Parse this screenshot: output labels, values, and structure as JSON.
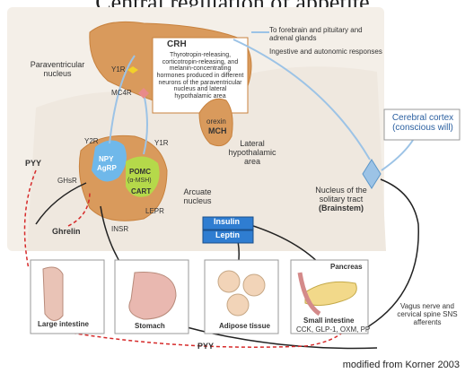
{
  "title": "Central regulation of appetite",
  "credit": "modified from Korner 2003",
  "labels": {
    "crh": "CRH",
    "crh_box": "Thyrotropin-releasing, corticotropin-releasing, and melanin-concentrating hormones produced in different neurons of the paraventricular nucleus and lateral hypothalamic area",
    "forebrain": "To forebrain and pituitary and adrenal glands",
    "ingestive": "Ingestive and autonomic responses",
    "paraventricular": "Paraventricular nucleus",
    "y1r_top": "Y1R",
    "mc4r": "MC4R",
    "orexin": "orexin",
    "mch": "MCH",
    "lateral_hypothalamic": "Lateral hypothalamic area",
    "cerebral_cortex": "Cerebral cortex (conscious will)",
    "nts": "Nucleus of the solitary tract",
    "brainstem": "(Brainstem)",
    "pyy_top": "PYY",
    "y2r": "Y2R",
    "ghsr": "GHsR",
    "npy": "NPY",
    "agrp": "AgRP",
    "y1r": "Y1R",
    "pomc": "POMC",
    "amsh": "(α-MSH)",
    "cart": "CART",
    "arcuate": "Arcuate nucleus",
    "lepr": "LEPR",
    "insr": "INSR",
    "insulin": "Insulin",
    "leptin": "Leptin",
    "ghrelin": "Ghrelin",
    "pancreas": "Pancreas",
    "large_intestine": "Large intestine",
    "stomach": "Stomach",
    "adipose": "Adipose tissue",
    "small_intestine": "Small intestine",
    "ccks": "CCK, GLP-1, OXM, PP",
    "vagus": "Vagus nerve and cervical spine SNS afferents",
    "pyy_bottom": "PYY"
  },
  "colors": {
    "orange": "#d99a5c",
    "orange_dark": "#c8823e",
    "blue_path": "#9cc3e6",
    "red_dash": "#d62a2a",
    "green": "#b5d94a",
    "npy_blue": "#6fb8ea",
    "insulin_box": "#2f7dd1"
  }
}
